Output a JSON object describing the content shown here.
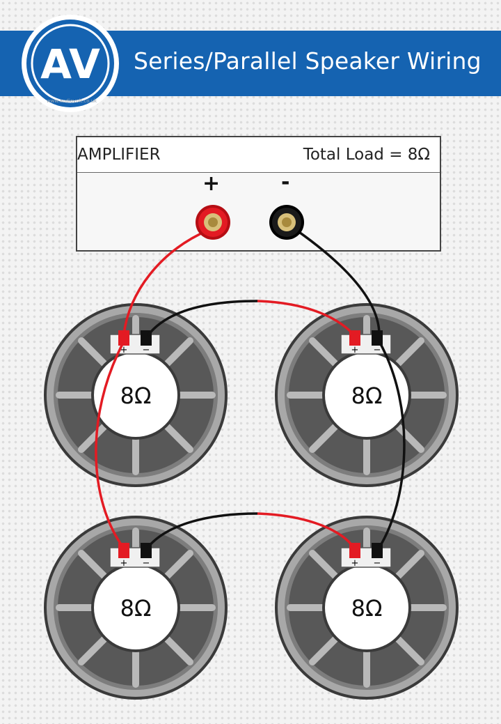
{
  "header": {
    "logo_text": "AV",
    "logo_url": "www.audiovolt.co.uk",
    "title": "Series/Parallel Speaker Wiring"
  },
  "amplifier": {
    "label": "AMPLIFIER",
    "total_load": "Total Load = 8Ω",
    "terminals": {
      "positive": "+",
      "negative": "-"
    }
  },
  "speakers": [
    {
      "id": "top-left",
      "impedance": "8Ω",
      "plus": "+",
      "minus": "−"
    },
    {
      "id": "top-right",
      "impedance": "8Ω",
      "plus": "+",
      "minus": "−"
    },
    {
      "id": "bottom-left",
      "impedance": "8Ω",
      "plus": "+",
      "minus": "−"
    },
    {
      "id": "bottom-right",
      "impedance": "8Ω",
      "plus": "+",
      "minus": "−"
    }
  ],
  "colors": {
    "banner": "#1563b1",
    "positive_wire": "#e31b23",
    "negative_wire": "#111111",
    "speaker_frame": "#9a9a9a",
    "speaker_cone": "#555555"
  }
}
